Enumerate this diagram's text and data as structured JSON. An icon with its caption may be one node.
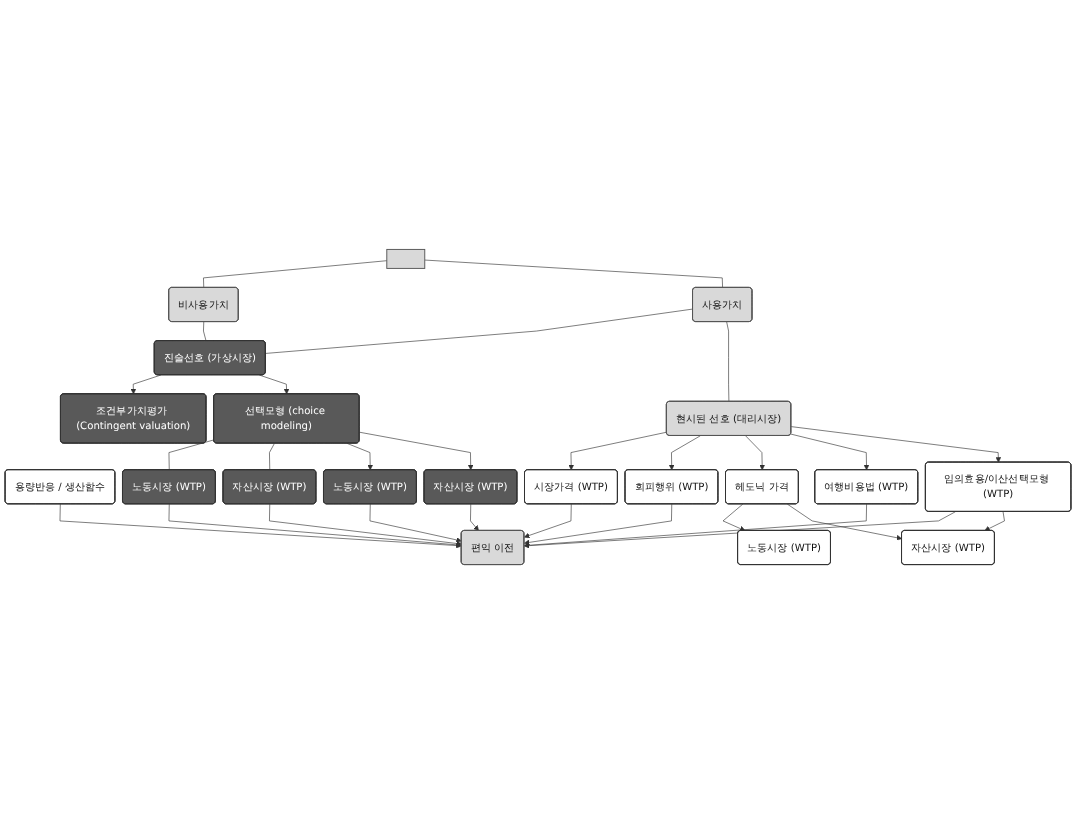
{
  "diagram": {
    "nodes": [
      {
        "text": [],
        "shape": "box"
      },
      {
        "text": [
          "사용가치"
        ]
      },
      {
        "text": [
          "비사용가치"
        ]
      },
      {
        "text": [
          "현시된 선호 (대리시장)"
        ]
      },
      {
        "text": [
          "진술선호 (가상시장)"
        ]
      },
      {
        "text": [
          "용량반응 / 생산함수"
        ]
      },
      {
        "text": [
          "임의효용/이산선택모형 (WTP)"
        ]
      },
      {
        "text": [
          "여행비용법 (WTP)"
        ]
      },
      {
        "text": [
          "헤도닉 가격"
        ]
      },
      {
        "text": [
          "회피행위 (WTP)"
        ]
      },
      {
        "text": [
          "시장가격 (WTP)"
        ]
      },
      {
        "text": [
          "선택모형 (choice modeling)"
        ]
      },
      {
        "text": [
          "조건부가치평가 (Contingent valuation)"
        ]
      },
      {
        "text": [
          "자산시장 (WTP)"
        ]
      },
      {
        "text": [
          "노동시장 (WTP)"
        ]
      },
      {
        "text": [
          "자산시장 (WTP)"
        ]
      },
      {
        "text": [
          "노동시장 (WTP)"
        ]
      },
      {
        "text": [
          "자산시장 (WTP)"
        ]
      },
      {
        "text": [
          "노동시장 (WTP)"
        ]
      },
      {
        "text": [
          "편익 이전"
        ]
      }
    ],
    "edges": [
      {
        "from": 0,
        "to": 1,
        "arrow": "none"
      },
      {
        "from": 0,
        "to": 2,
        "arrow": "none"
      },
      {
        "from": 1,
        "to": 3,
        "arrow": "none"
      },
      {
        "from": 1,
        "to": 4,
        "arrow": "none"
      },
      {
        "from": 2,
        "to": 4,
        "arrow": "none"
      },
      {
        "from": 3,
        "to": 6,
        "arrow": "to"
      },
      {
        "from": 3,
        "to": 7,
        "arrow": "to"
      },
      {
        "from": 3,
        "to": 8,
        "arrow": "to"
      },
      {
        "from": 3,
        "to": 9,
        "arrow": "to"
      },
      {
        "from": 3,
        "to": 10,
        "arrow": "to"
      },
      {
        "from": 4,
        "to": 11,
        "arrow": "to"
      },
      {
        "from": 4,
        "to": 12,
        "arrow": "to"
      },
      {
        "from": 6,
        "to": 13,
        "arrow": "to"
      },
      {
        "from": 8,
        "to": 13,
        "arrow": "to"
      },
      {
        "from": 8,
        "to": 14,
        "arrow": "to"
      },
      {
        "from": 11,
        "to": 15,
        "arrow": "to"
      },
      {
        "from": 11,
        "to": 16,
        "arrow": "to"
      },
      {
        "from": 11,
        "to": 17,
        "arrow": "none"
      },
      {
        "from": 11,
        "to": 18,
        "arrow": "none"
      },
      {
        "from": 5,
        "to": 19,
        "arrow": "to"
      },
      {
        "from": 6,
        "to": 19,
        "arrow": "to"
      },
      {
        "from": 7,
        "to": 19,
        "arrow": "to"
      },
      {
        "from": 9,
        "to": 19,
        "arrow": "to"
      },
      {
        "from": 10,
        "to": 19,
        "arrow": "to"
      },
      {
        "from": 15,
        "to": 19,
        "arrow": "to"
      },
      {
        "from": 17,
        "to": 19,
        "arrow": "to"
      },
      {
        "from": 18,
        "to": 19,
        "arrow": "to"
      },
      {
        "from": 16,
        "to": 19,
        "arrow": "to"
      }
    ]
  }
}
